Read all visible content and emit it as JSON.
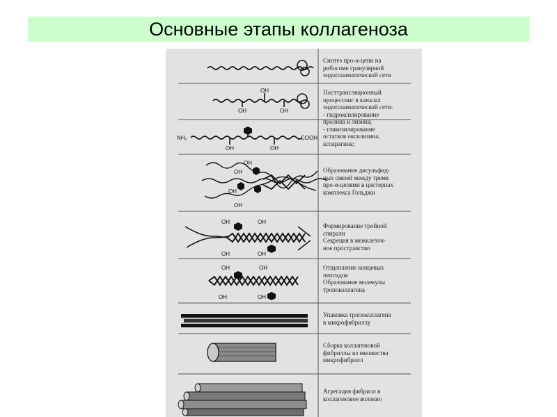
{
  "slide": {
    "title": "Основные этапы коллагеноза"
  },
  "figure": {
    "chem_labels": {
      "oh": "OH",
      "nh2": "NH₂",
      "cooh": "COOH"
    },
    "steps": [
      {
        "text": "Синтез про-α-цепи на\nрибосоме гранулярной\nэндоплазматической сети"
      },
      {
        "text": "Посттрансляционный\nпроцессинг в каналах\nэндоплазматической сети:\n- гидроксилирование\nпролина и лизина;\n- гликозилирование\nостатков оксилизина,\nаспарагина;"
      },
      {
        "text": "Образование дисульфид-\nных связей между тремя\nпро-α-цепями в цистернах\nкомплекса Гольджи"
      },
      {
        "text": "Формирование тройной\nспирали\nСекреция в межклеточ-\nное пространство"
      },
      {
        "text": "Отщепление концевых\nпептидов\nОбразование молекулы\nтропоколлагена"
      },
      {
        "text": "Упаковка тропоколлагена\nв микрофибриллу"
      },
      {
        "text": "Сборка коллагеновой\nфибриллы из множества\nмикрофибрилл"
      },
      {
        "text": "Агрегация фибрилл в\nколлагеновое волокно"
      }
    ]
  }
}
